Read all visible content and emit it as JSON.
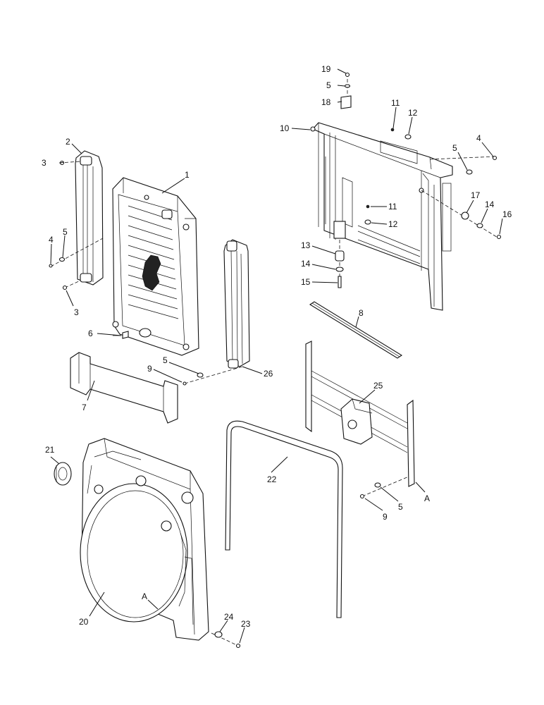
{
  "diagram": {
    "callouts": [
      {
        "id": "c19",
        "text": "19"
      },
      {
        "id": "c5a",
        "text": "5"
      },
      {
        "id": "c18",
        "text": "18"
      },
      {
        "id": "c11a",
        "text": "11"
      },
      {
        "id": "c12a",
        "text": "12"
      },
      {
        "id": "c10",
        "text": "10"
      },
      {
        "id": "c4a",
        "text": "4"
      },
      {
        "id": "c5b",
        "text": "5"
      },
      {
        "id": "c17",
        "text": "17"
      },
      {
        "id": "c14a",
        "text": "14"
      },
      {
        "id": "c16",
        "text": "16"
      },
      {
        "id": "c11b",
        "text": "11"
      },
      {
        "id": "c12b",
        "text": "12"
      },
      {
        "id": "c13",
        "text": "13"
      },
      {
        "id": "c14b",
        "text": "14"
      },
      {
        "id": "c15",
        "text": "15"
      },
      {
        "id": "c2",
        "text": "2"
      },
      {
        "id": "c1",
        "text": "1"
      },
      {
        "id": "c3a",
        "text": "3"
      },
      {
        "id": "c4b",
        "text": "4"
      },
      {
        "id": "c5c",
        "text": "5"
      },
      {
        "id": "c3b",
        "text": "3"
      },
      {
        "id": "c6",
        "text": "6"
      },
      {
        "id": "c8",
        "text": "8"
      },
      {
        "id": "c5d",
        "text": "5"
      },
      {
        "id": "c9a",
        "text": "9"
      },
      {
        "id": "c26",
        "text": "26"
      },
      {
        "id": "c7",
        "text": "7"
      },
      {
        "id": "c25",
        "text": "25"
      },
      {
        "id": "c21",
        "text": "21"
      },
      {
        "id": "c22",
        "text": "22"
      },
      {
        "id": "cA1",
        "text": "A"
      },
      {
        "id": "c5e",
        "text": "5"
      },
      {
        "id": "c9b",
        "text": "9"
      },
      {
        "id": "cA2",
        "text": "A"
      },
      {
        "id": "c20",
        "text": "20"
      },
      {
        "id": "c24",
        "text": "24"
      },
      {
        "id": "c23",
        "text": "23"
      }
    ]
  }
}
